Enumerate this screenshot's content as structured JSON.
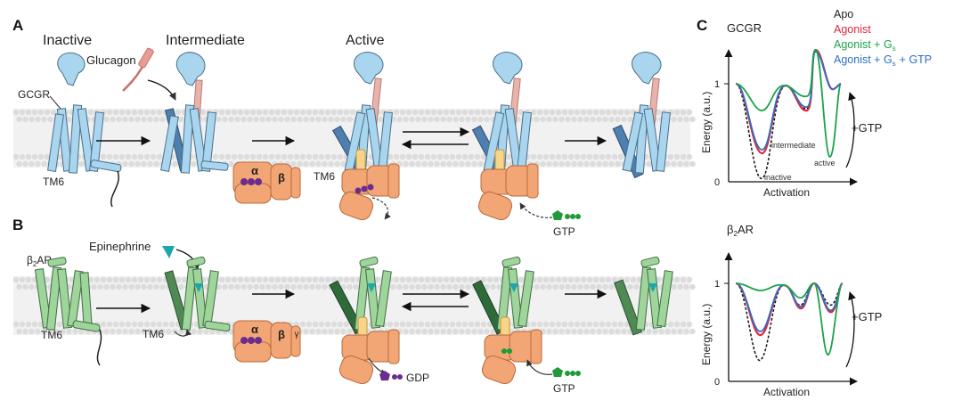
{
  "panels": {
    "A": {
      "letter": "A",
      "stages": [
        "Inactive",
        "Intermediate",
        "Active"
      ],
      "receptor": "GCGR",
      "ligand": "Glucagon",
      "tm6": "TM6",
      "tm6_active": "TM6",
      "galpha": "α",
      "gbeta": "β",
      "gtp": "GTP"
    },
    "B": {
      "letter": "B",
      "receptor": "β",
      "receptor_sub": "2",
      "receptor_suffix": "AR",
      "ligand": "Epinephrine",
      "tm6": "TM6",
      "tm6_intermediate": "TM6",
      "galpha": "α",
      "gbeta": "β",
      "gamma": "γ",
      "gdp": "GDP",
      "gtp": "GTP"
    },
    "C": {
      "letter": "C",
      "legend": [
        {
          "label": "Apo",
          "color": "#111111"
        },
        {
          "label": "Agonist",
          "color": "#e0283c"
        },
        {
          "label": "Agonist + G",
          "sub": "s",
          "color": "#1aa34a"
        },
        {
          "label": "Agonist + G",
          "sub": "s",
          "suffix": "+ GTP",
          "color": "#2e6fc4"
        }
      ],
      "plot_titles": [
        {
          "text": "GCGR"
        },
        {
          "text": "β",
          "sub": "2",
          "suffix": "AR"
        }
      ],
      "ylabel": "Energy (a.u.)",
      "xlabel": "Activation",
      "yticks": [
        "0",
        "1"
      ],
      "gtp_arrow": "+GTP",
      "annotations": {
        "intermediate": "intermediate",
        "inactive": "inactive",
        "active": "active"
      }
    }
  },
  "colors": {
    "gcgr": "#a9d6ee",
    "gcgr_dark": "#4f7fae",
    "b2ar": "#9fd49a",
    "b2ar_dark": "#4f8a55",
    "gprotein": "#f3a675",
    "gprotein_dark": "#d9804a",
    "membrane": "#e6e6e6",
    "gdp": "#6a2d8f",
    "gtp": "#1f9a3a",
    "glucagon": "#e79c97",
    "epinephrine": "#1aa7b0"
  }
}
